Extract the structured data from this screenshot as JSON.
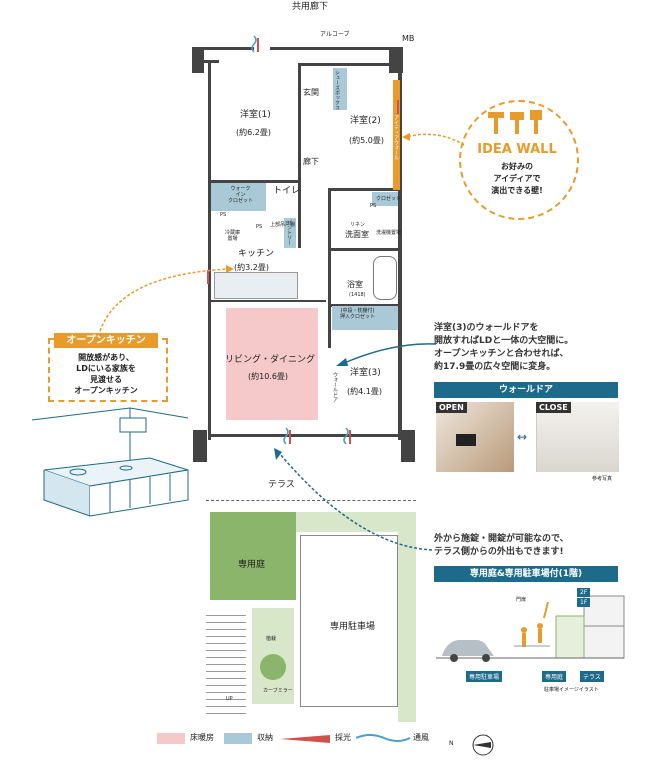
{
  "top": {
    "corridor": "共用廊下",
    "alcove": "アルコーブ",
    "mb": "MB"
  },
  "rooms": {
    "western1": {
      "name": "洋室(1)",
      "size": "(約6.2畳)"
    },
    "western2": {
      "name": "洋室(2)",
      "size": "(約5.0畳)"
    },
    "western3": {
      "name": "洋室(3)",
      "size": "(約4.1畳)"
    },
    "entrance": "玄関",
    "hallway": "廊下",
    "toilet": "トイレ",
    "kitchen": {
      "name": "キッチン",
      "size": "(約3.2畳)"
    },
    "washroom": "洗面室",
    "bath": {
      "name": "浴室",
      "size": "(1418)"
    },
    "living": {
      "name": "リビング・ダイニング",
      "size": "(約10.6畳)"
    },
    "terrace": "テラス",
    "garden": "専用庭",
    "parking": "専用駐車場"
  },
  "storage": {
    "shoes": "シューズボックス",
    "walkin": "ウォーク\nイン\nクロゼット",
    "closet": "クロゼット",
    "oshiire": "(中段・枕棚付)\n押入クロゼット",
    "linen": "リネン",
    "pantry": "パントリー",
    "rack": "洗濯機置場",
    "frig": "冷蔵庫\n置場",
    "upper": "上部吊戸棚",
    "ps1": "PS",
    "ps2": "PS",
    "ps3": "PS",
    "idea_wall_v": "アイディアウォール",
    "walldoor_v": "ウォールドア"
  },
  "yard": {
    "gate_area": "植栽",
    "carport": "カーブミラー",
    "up": "UP"
  },
  "idea_wall": {
    "title": "IDEA WALL",
    "line1": "お好みの",
    "line2": "アイディアで",
    "line3": "演出できる壁!"
  },
  "open_kitchen": {
    "title": "オープンキッチン",
    "desc1": "開放感があり、",
    "desc2": "LDにいる家族を",
    "desc3": "見渡せる",
    "desc4": "オープンキッチン"
  },
  "wall_door": {
    "desc1": "洋室(3)のウォールドアを",
    "desc2": "開放すればLDと一体の大空間に。",
    "desc3": "オープンキッチンと合わせれば、",
    "desc4": "約17.9畳の広々空間に変身。",
    "panel": "ウォールドア",
    "open": "OPEN",
    "close": "CLOSE",
    "ref": "参考写真"
  },
  "garden_note": {
    "line1": "外から施錠・開錠が可能なので、",
    "line2": "テラス側からの外出もできます!"
  },
  "parking_panel": {
    "title": "専用庭&専用駐車場付(1階)",
    "gate": "門扉",
    "f2": "2F",
    "f1": "1F",
    "parking": "専用駐車場",
    "garden": "専用庭",
    "terrace": "テラス",
    "caption": "駐車場イメージイラスト"
  },
  "legend": {
    "floor_heat": "床暖房",
    "storage": "収納",
    "light": "採光",
    "wind": "通風"
  },
  "compass": "N",
  "colors": {
    "orange": "#e89b2a",
    "teal": "#1d6a8b",
    "heat": "#f5c9c9",
    "storage": "#a9c9d6",
    "green": "#8bb56a"
  }
}
